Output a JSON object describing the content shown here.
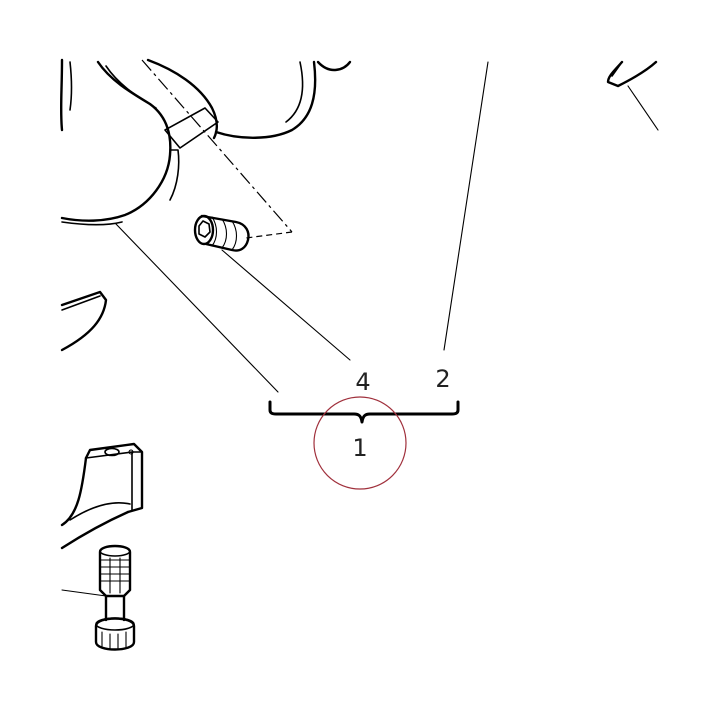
{
  "callouts": {
    "part_1": "1",
    "part_2": "2",
    "part_4": "4"
  },
  "colors": {
    "line": "#000000",
    "highlight_circle": "#a0303c",
    "background": "#ffffff"
  }
}
